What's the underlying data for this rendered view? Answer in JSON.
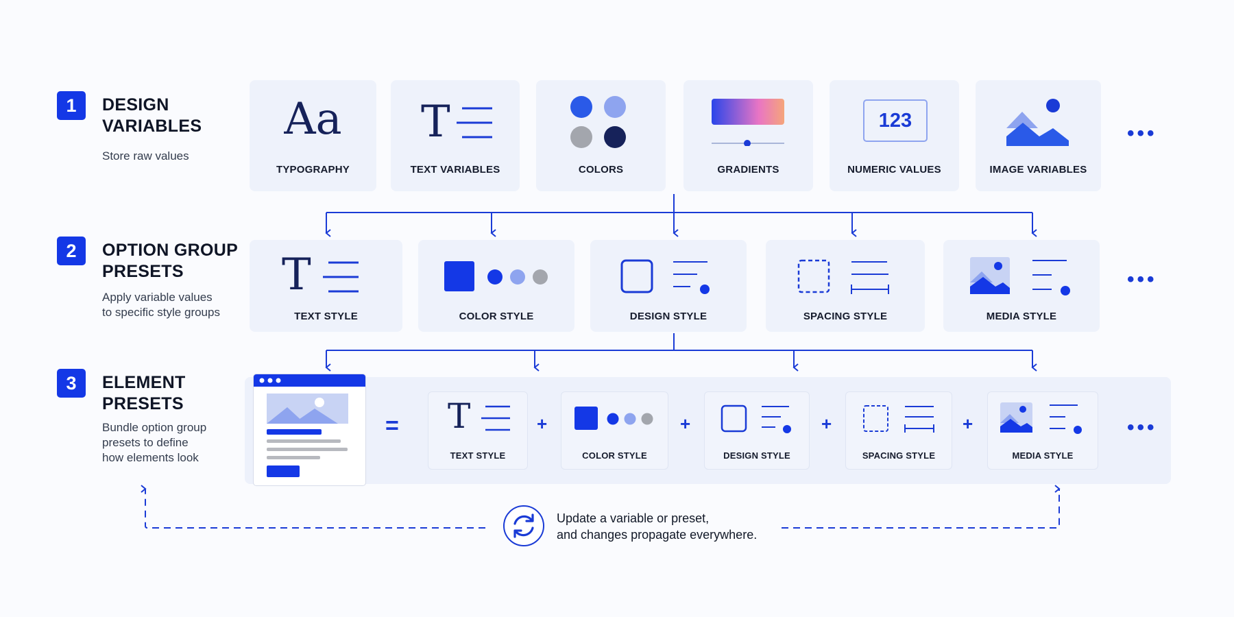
{
  "sections": [
    {
      "number": "1",
      "title_lines": [
        "DESIGN",
        "VARIABLES"
      ],
      "description_lines": [
        "Store raw values"
      ]
    },
    {
      "number": "2",
      "title_lines": [
        "OPTION GROUP",
        "PRESETS"
      ],
      "description_lines": [
        "Apply variable values",
        "to specific style groups"
      ]
    },
    {
      "number": "3",
      "title_lines": [
        "ELEMENT",
        "PRESETS"
      ],
      "description_lines": [
        "Bundle option group",
        "presets to define",
        "how elements look"
      ]
    }
  ],
  "row1": {
    "cards": [
      {
        "label": "TYPOGRAPHY",
        "icon": "typography-icon",
        "glyph": "Aa"
      },
      {
        "label": "TEXT VARIABLES",
        "icon": "text-variables-icon",
        "glyph": "T"
      },
      {
        "label": "COLORS",
        "icon": "color-swatches-icon"
      },
      {
        "label": "GRADIENTS",
        "icon": "gradient-slider-icon"
      },
      {
        "label": "NUMERIC VALUES",
        "icon": "numeric-box-icon",
        "glyph": "123"
      },
      {
        "label": "IMAGE VARIABLES",
        "icon": "image-icon"
      }
    ],
    "more": "•••"
  },
  "row2": {
    "cards": [
      {
        "label": "TEXT STYLE",
        "icon": "text-style-icon",
        "glyph": "T"
      },
      {
        "label": "COLOR STYLE",
        "icon": "color-style-icon"
      },
      {
        "label": "DESIGN STYLE",
        "icon": "design-style-icon"
      },
      {
        "label": "SPACING STYLE",
        "icon": "spacing-style-icon"
      },
      {
        "label": "MEDIA STYLE",
        "icon": "media-style-icon"
      }
    ],
    "more": "•••"
  },
  "row3": {
    "equals": "=",
    "plus": "+",
    "cards": [
      {
        "label": "TEXT STYLE",
        "icon": "text-style-icon",
        "glyph": "T"
      },
      {
        "label": "COLOR STYLE",
        "icon": "color-style-icon"
      },
      {
        "label": "DESIGN STYLE",
        "icon": "design-style-icon"
      },
      {
        "label": "SPACING STYLE",
        "icon": "spacing-style-icon"
      },
      {
        "label": "MEDIA STYLE",
        "icon": "media-style-icon"
      }
    ],
    "more": "•••"
  },
  "footer": {
    "icon": "sync-icon",
    "text_lines": [
      "Update a variable or preset,",
      "and changes propagate everywhere."
    ]
  },
  "colors": {
    "accent": "#1438e6",
    "card": "#eef2fb",
    "navy": "#16225a",
    "gray": "#a3a6ad",
    "mid_blue": "#8ea4ef",
    "gradient": [
      "#2a46ea",
      "#e975c4",
      "#f5a57a"
    ]
  }
}
